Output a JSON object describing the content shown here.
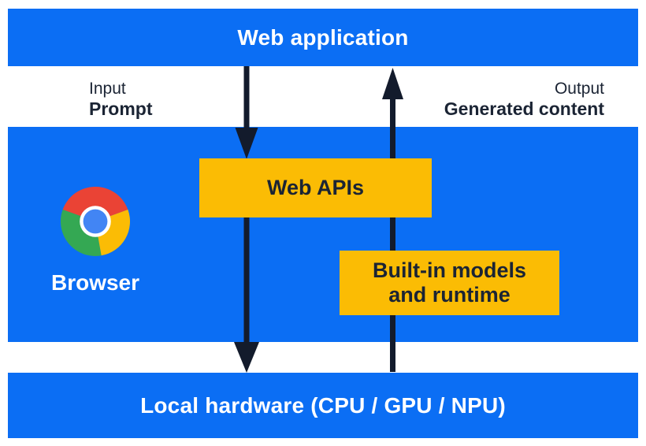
{
  "top_bar": {
    "label": "Web application"
  },
  "io": {
    "input_caption": "Input",
    "input_label": "Prompt",
    "output_caption": "Output",
    "output_label": "Generated content"
  },
  "browser": {
    "label": "Browser"
  },
  "panels": {
    "web_apis": {
      "label": "Web APIs"
    },
    "builtin_models": {
      "label": "Built-in models and runtime"
    }
  },
  "bottom_bar": {
    "label": "Local hardware (CPU / GPU / NPU)"
  },
  "icons": {
    "chrome": "chrome-browser-logo"
  },
  "colors": {
    "blue": "#0B6EF4",
    "yellow": "#FBBC04",
    "navy": "#1B2434",
    "arrow": "#131B2C",
    "chrome_red": "#EA4335",
    "chrome_green": "#34A853",
    "chrome_yellow": "#FBBC05",
    "chrome_blue": "#4285F4"
  }
}
